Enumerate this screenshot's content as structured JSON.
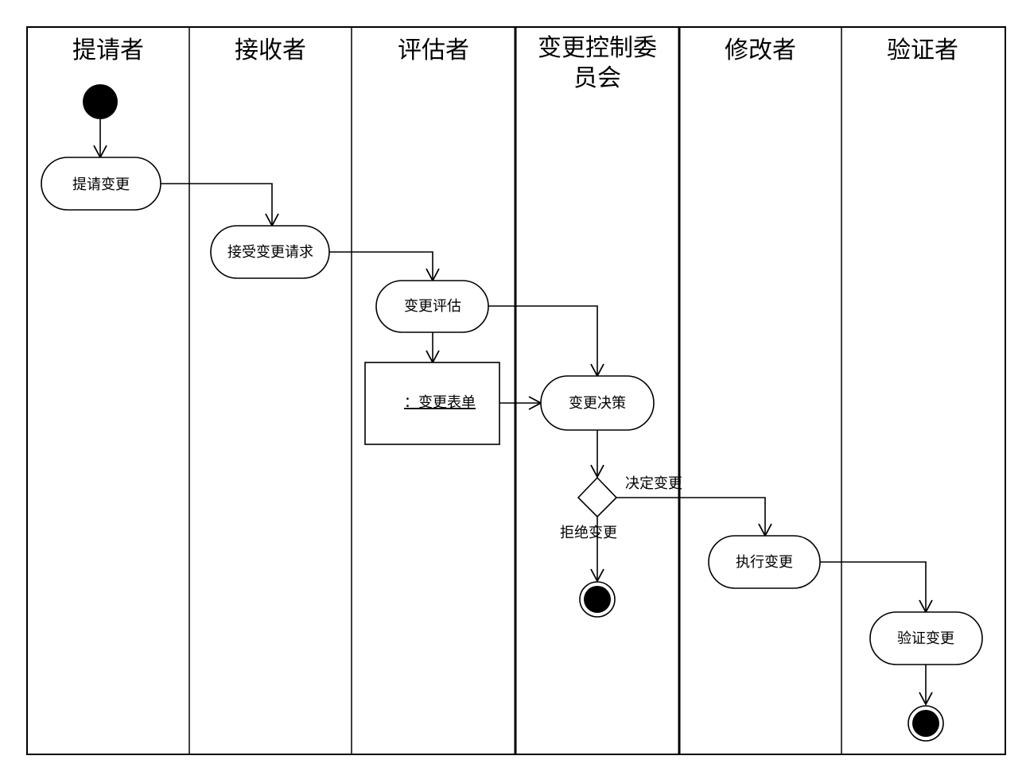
{
  "lanes": [
    {
      "id": "requester",
      "title": "提请者",
      "title_lines": [
        "提请者"
      ]
    },
    {
      "id": "receiver",
      "title": "接收者",
      "title_lines": [
        "接收者"
      ]
    },
    {
      "id": "evaluator",
      "title": "评估者",
      "title_lines": [
        "评估者"
      ]
    },
    {
      "id": "ccb",
      "title": "变更控制委员会",
      "title_lines": [
        "变更控制委",
        "员会"
      ]
    },
    {
      "id": "modifier",
      "title": "修改者",
      "title_lines": [
        "修改者"
      ]
    },
    {
      "id": "verifier",
      "title": "验证者",
      "title_lines": [
        "验证者"
      ]
    }
  ],
  "nodes": {
    "submit_change": "提请变更",
    "accept_request": "接受变更请求",
    "change_evaluation": "变更评估",
    "change_form": "：变更表单",
    "change_decision": "变更决策",
    "execute_change": "执行变更",
    "verify_change": "验证变更"
  },
  "labels": {
    "approve": "决定变更",
    "reject": "拒绝变更"
  },
  "colors": {
    "line": "#000000",
    "background": "#ffffff",
    "node_fill": "#ffffff"
  }
}
